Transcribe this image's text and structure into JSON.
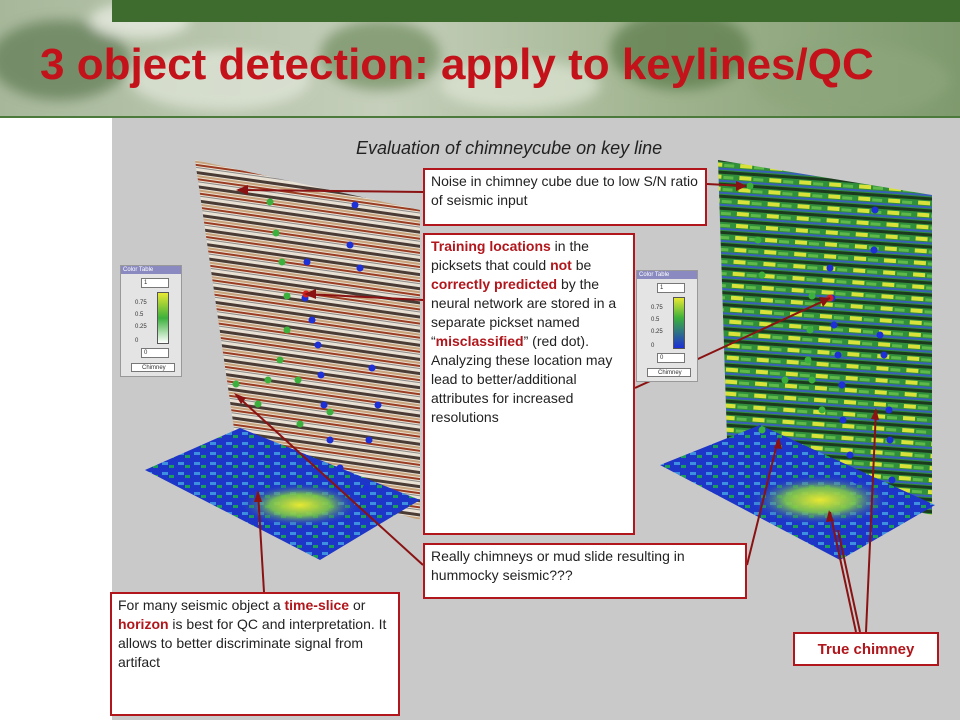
{
  "slide": {
    "title": "3 object detection: apply to keylines/QC",
    "subtitle": "Evaluation of chimneycube on key line"
  },
  "callouts": {
    "noise": "Noise in chimney cube due to low S/N ratio of seismic input",
    "training": {
      "b1": "Training locations",
      "t1": " in the picksets that could ",
      "b2": "not",
      "t2": " be ",
      "b3": "correctly predicted",
      "t3": " by the neural network are stored in a separate pickset named “",
      "b4": "misclassified",
      "t4": "” (red dot). Analyzing these location may lead to better/additional attributes for increased resolutions"
    },
    "really": "Really chimneys or mud slide resulting in hummocky seismic???",
    "timeslice": {
      "t1": "For many seismic object a ",
      "b1": "time-slice",
      "t2": " or ",
      "b2": "horizon",
      "t3": " is best for QC and interpretation. It allows to better discriminate signal from artifact"
    },
    "true_chimney": "True chimney"
  },
  "color_tables": [
    {
      "header": "Color Table",
      "top_value": "1",
      "ticks": [
        "0.75",
        "0.5",
        "0.25",
        "0"
      ],
      "bottom_value": "0",
      "selected": "Chimney"
    },
    {
      "header": "Color Table",
      "top_value": "1",
      "ticks": [
        "0.75",
        "0.5",
        "0.25",
        "0"
      ],
      "bottom_value": "0",
      "selected": "Chimney"
    }
  ],
  "colors": {
    "title": "#c4121a",
    "callout_border": "#b0161b",
    "panel_bg": "#c9c9c9",
    "banner_green": "#3e6b2e"
  }
}
